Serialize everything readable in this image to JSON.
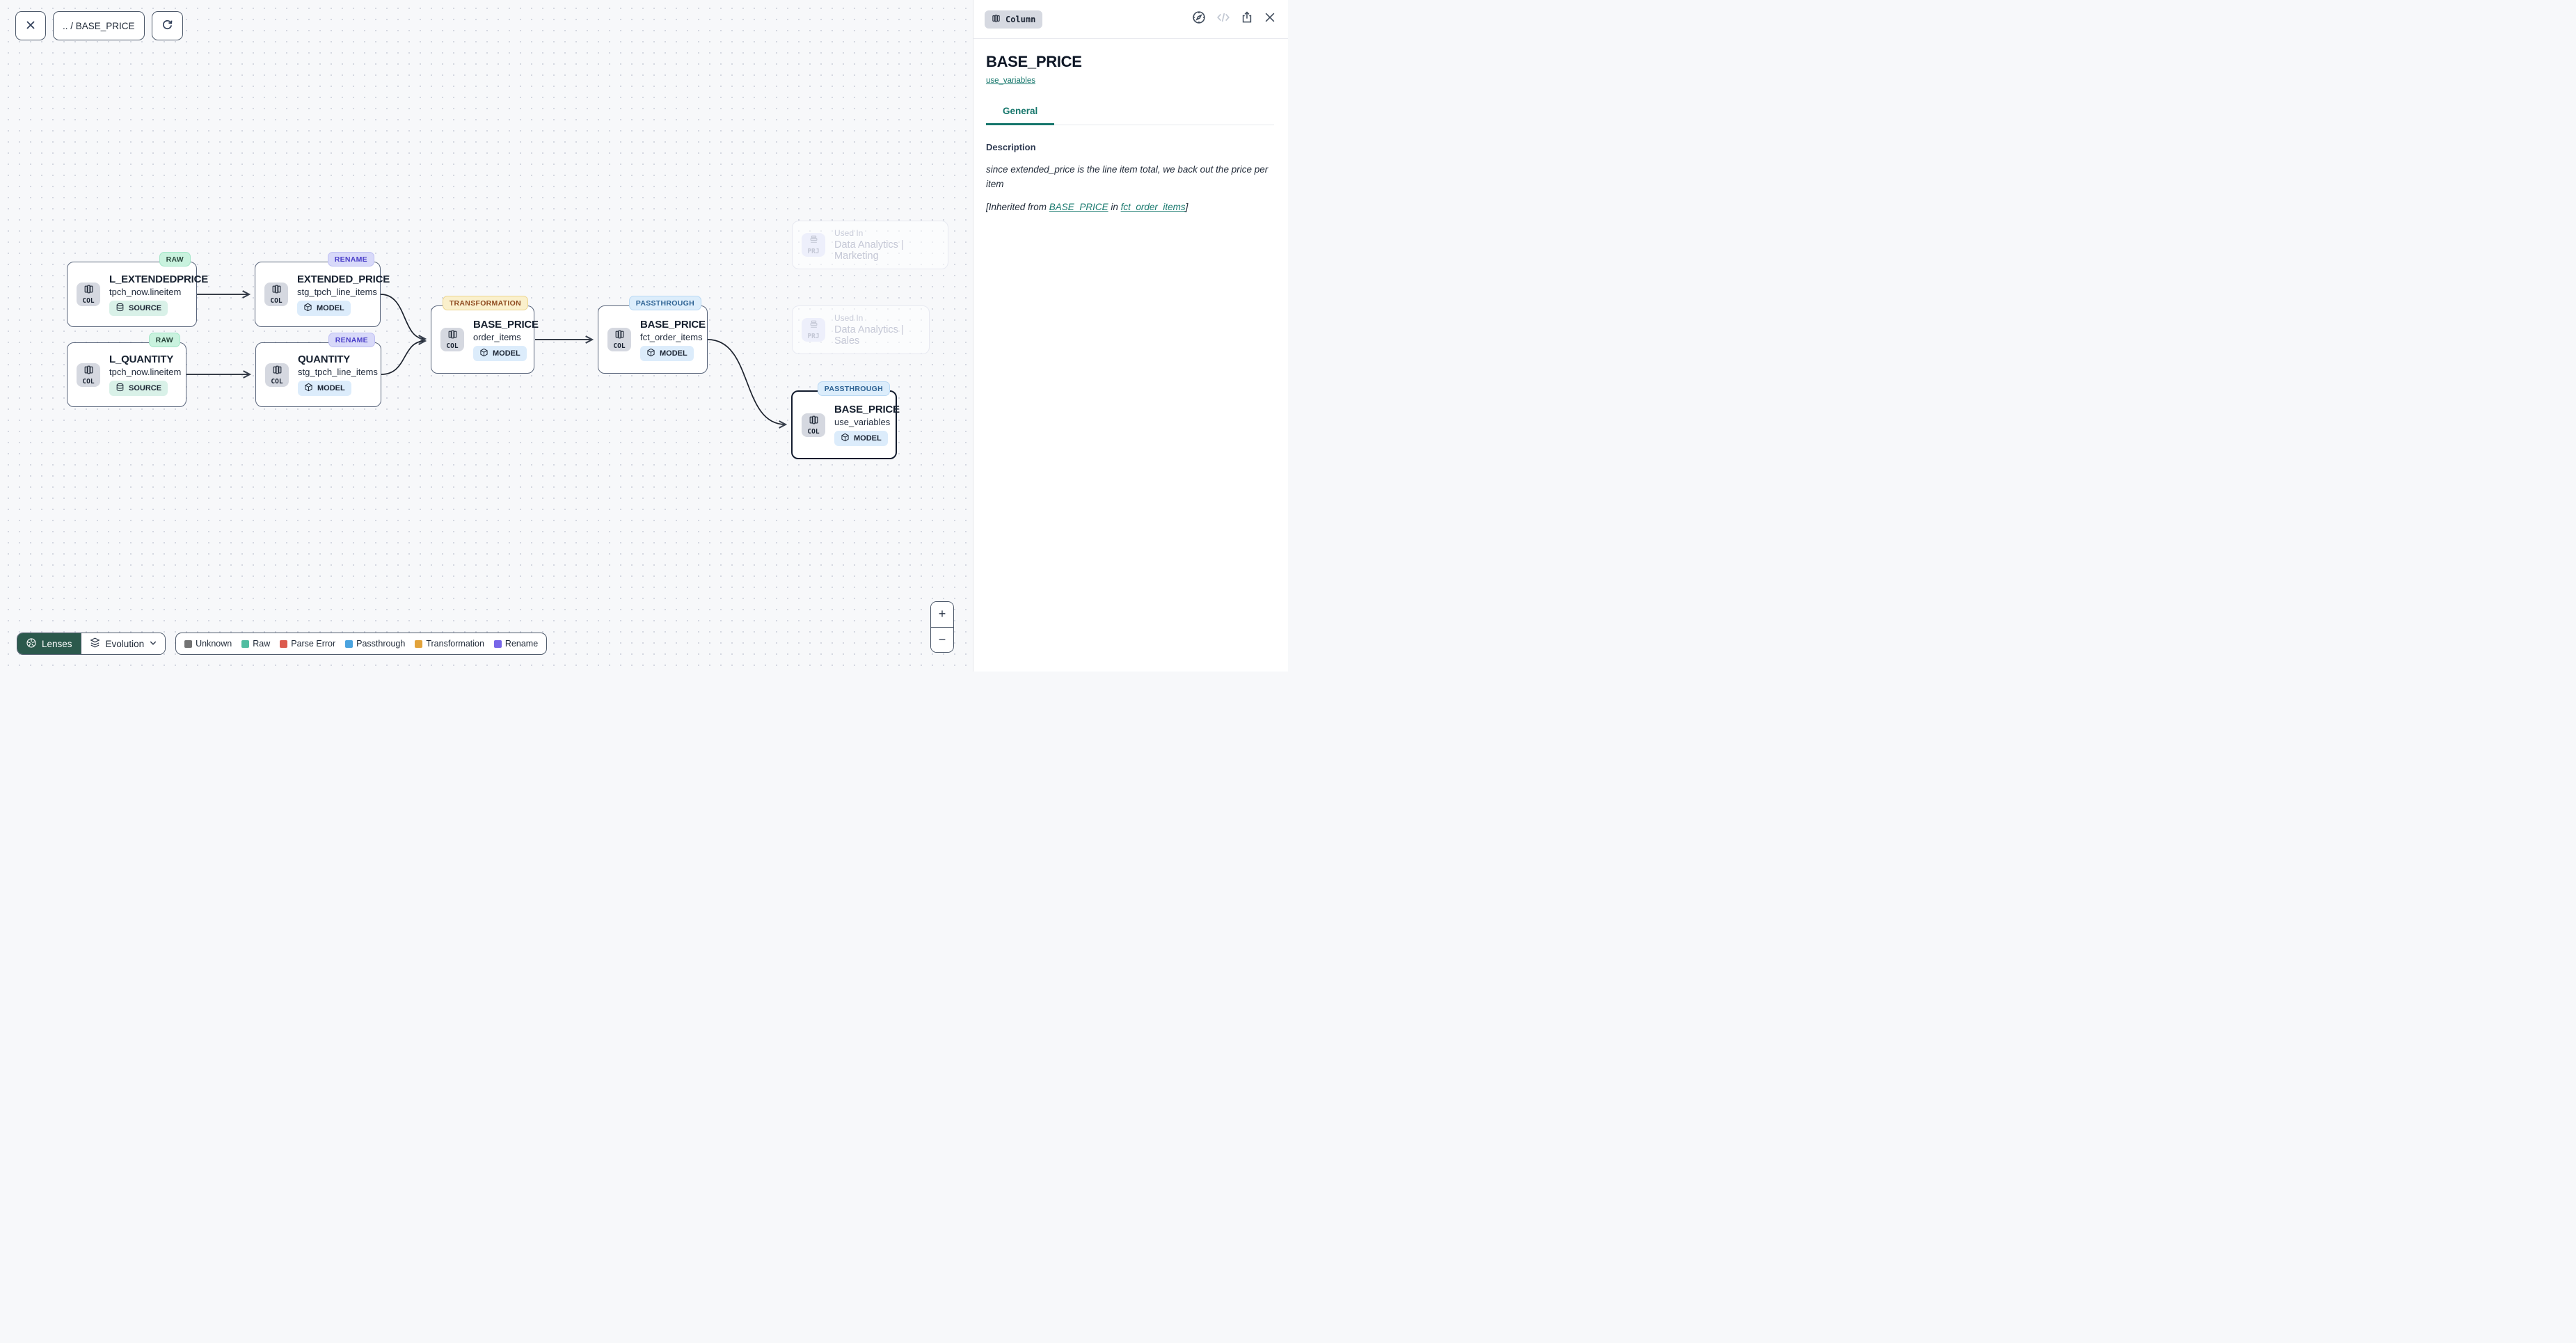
{
  "toolbar": {
    "breadcrumb": ".. / BASE_PRICE"
  },
  "canvas": {
    "nodes": [
      {
        "title": "L_EXTENDEDPRICE",
        "subtitle": "tpch_now.lineitem",
        "badge": "COL",
        "pill": "SOURCE",
        "tag": "RAW"
      },
      {
        "title": "L_QUANTITY",
        "subtitle": "tpch_now.lineitem",
        "badge": "COL",
        "pill": "SOURCE",
        "tag": "RAW"
      },
      {
        "title": "EXTENDED_PRICE",
        "subtitle": "stg_tpch_line_items",
        "badge": "COL",
        "pill": "MODEL",
        "tag": "RENAME"
      },
      {
        "title": "QUANTITY",
        "subtitle": "stg_tpch_line_items",
        "badge": "COL",
        "pill": "MODEL",
        "tag": "RENAME"
      },
      {
        "title": "BASE_PRICE",
        "subtitle": "order_items",
        "badge": "COL",
        "pill": "MODEL",
        "tag": "TRANSFORMATION"
      },
      {
        "title": "BASE_PRICE",
        "subtitle": "fct_order_items",
        "badge": "COL",
        "pill": "MODEL",
        "tag": "PASSTHROUGH"
      },
      {
        "title": "BASE_PRICE",
        "subtitle": "use_variables",
        "badge": "COL",
        "pill": "MODEL",
        "tag": "PASSTHROUGH",
        "selected": true
      }
    ],
    "ghost_nodes": [
      {
        "badge": "PRJ",
        "label": "Used In",
        "title": "Data Analytics | Marketing"
      },
      {
        "badge": "PRJ",
        "label": "Used In",
        "title": "Data Analytics | Sales"
      }
    ]
  },
  "lenses": {
    "button_label": "Lenses",
    "selected_lens": "Evolution",
    "bg_color": "#2B594C"
  },
  "legend": {
    "items": [
      {
        "label": "Unknown",
        "color": "#737373"
      },
      {
        "label": "Raw",
        "color": "#50BDA1"
      },
      {
        "label": "Parse Error",
        "color": "#DC5B4E"
      },
      {
        "label": "Passthrough",
        "color": "#4AA3DF"
      },
      {
        "label": "Transformation",
        "color": "#E2A33B"
      },
      {
        "label": "Rename",
        "color": "#7766E8"
      }
    ]
  },
  "zoom_controls": {
    "zoom_in": "+",
    "zoom_out": "−"
  },
  "panel": {
    "type_badge": "Column",
    "title": "BASE_PRICE",
    "model_link": "use_variables",
    "tabs": [
      {
        "label": "General"
      }
    ],
    "description_heading": "Description",
    "description_text": "since extended_price is the line item total, we back out the price per item",
    "inherited": {
      "prefix": "[Inherited from ",
      "column_link": "BASE_PRICE",
      "middle": " in ",
      "model_link": "fct_order_items",
      "suffix": "]"
    },
    "accent_color": "#17786D"
  }
}
